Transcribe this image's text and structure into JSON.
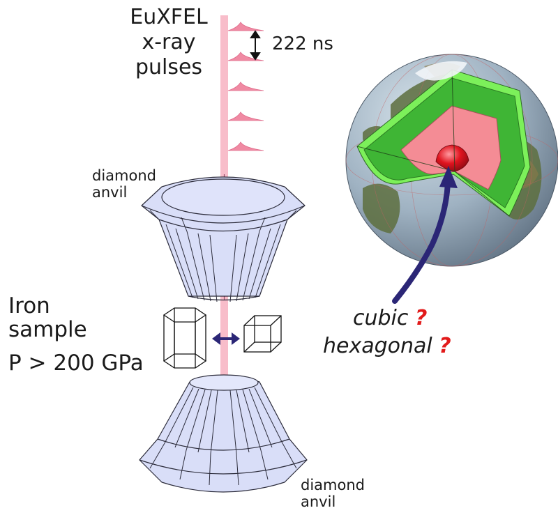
{
  "source": {
    "line1": "EuXFEL",
    "line2": "x-ray",
    "line3": "pulses"
  },
  "pulse_interval": "222 ns",
  "anvil_top_label": {
    "line1": "diamond",
    "line2": "anvil"
  },
  "anvil_bottom_label": {
    "line1": "diamond",
    "line2": "anvil"
  },
  "sample": {
    "line1": "Iron",
    "line2": "sample",
    "pressure": "P > 200 GPa"
  },
  "structures": {
    "cubic": "cubic",
    "hexagonal": "hexagonal",
    "question_mark": "?"
  },
  "colors": {
    "beam": "#f7b6c4",
    "pulse": "#f08aa3",
    "diamond_fill": "#d9def8",
    "diamond_edge": "#2b2b3a",
    "arrow": "#2b2676",
    "mantle": "#3fb535",
    "crust_rim": "#7cf05a",
    "outer_core": "#f48c95",
    "inner_core": "#d8101e",
    "question": "#e21a1a"
  }
}
